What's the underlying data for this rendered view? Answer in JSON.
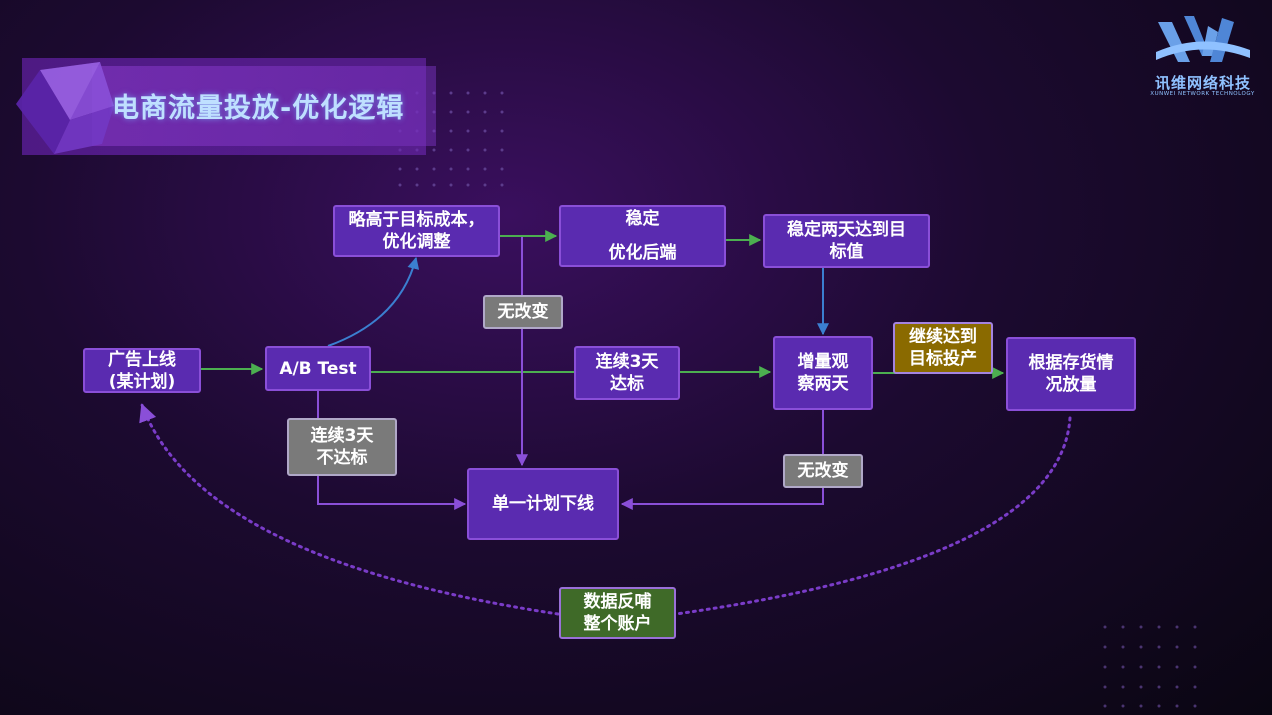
{
  "title": "电商流量投放-优化逻辑",
  "logo": {
    "name": "讯维网络科技",
    "subtitle": "XUNWEI NETWORK TECHNOLOGY"
  },
  "nodes": {
    "ad_online": "广告上线\n(某计划)",
    "ab_test": "A/B Test",
    "slightly_higher": "略高于目标成本，\n优化调整",
    "stable_backend": "稳定\n优化后端",
    "stable_two_days": "稳定两天达到目\n标值",
    "no_change_1": "无改变",
    "three_days_meet": "连续3天\n达标",
    "incremental_observe": "增量观\n察两天",
    "continue_target": "继续达到\n目标投产",
    "inventory_scale": "根据存货情\n况放量",
    "three_days_not_meet": "连续3天\n不达标",
    "no_change_2": "无改变",
    "plan_offline": "单一计划下线",
    "data_feedback": "数据反哺\n整个账户"
  },
  "colors": {
    "node_purple": "#5a2bb0",
    "node_gray": "#7a7a7a",
    "node_gold": "#8a6a00",
    "node_green": "#3f6a28",
    "arrow_green": "#4caf50",
    "arrow_purple": "#8a4fd8",
    "arrow_blue": "#3b7fd0"
  }
}
